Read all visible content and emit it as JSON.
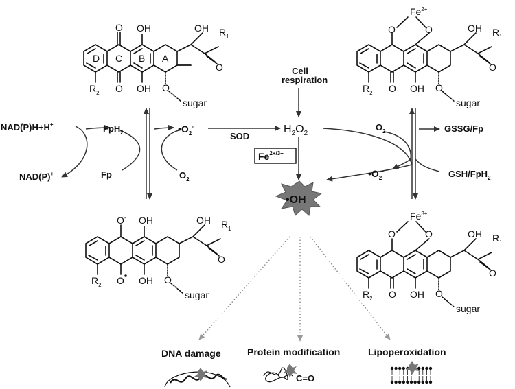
{
  "molecules": {
    "top_left": {
      "ring_labels": [
        "D",
        "C",
        "B",
        "A"
      ],
      "oh_top": "OH",
      "oh_bottom": "OH",
      "oh_side": "OH",
      "r1": "R",
      "r1_sub": "1",
      "r2": "R",
      "r2_sub": "2",
      "carbonyl_o": "O",
      "ketone_top": "O",
      "ketone_bottom": "O",
      "ether_o": "O",
      "sugar": "sugar"
    },
    "top_right": {
      "fe": "Fe",
      "fe_charge": "2+",
      "o_left": "O",
      "o_right": "O",
      "oh_side": "OH",
      "oh_bottom": "OH",
      "r1": "R",
      "r1_sub": "1",
      "r2": "R",
      "r2_sub": "2",
      "carbonyl_o": "O",
      "ketone_bottom": "O",
      "ether_o": "O",
      "sugar": "sugar"
    },
    "bottom_left": {
      "o_minus": "O",
      "o_minus_charge": "-",
      "o_radical": "O",
      "oh_top": "OH",
      "oh_bottom": "OH",
      "oh_side": "OH",
      "r1": "R",
      "r1_sub": "1",
      "r2": "R",
      "r2_sub": "2",
      "carbonyl_o": "O",
      "ether_o": "O",
      "sugar": "sugar"
    },
    "bottom_right": {
      "fe": "Fe",
      "fe_charge": "3+",
      "o_left": "O",
      "o_right": "O",
      "oh_side": "OH",
      "oh_bottom": "OH",
      "r1": "R",
      "r1_sub": "1",
      "r2": "R",
      "r2_sub": "2",
      "carbonyl_o": "O",
      "ketone_bottom": "O",
      "ether_o": "O",
      "sugar": "sugar"
    }
  },
  "species": {
    "nadph": "NAD(P)H+H",
    "nadph_sup": "+",
    "nadp": "NAD(P)",
    "nadp_sup": "+",
    "fph2": "FpH",
    "fph2_sub": "2",
    "fp": "Fp",
    "o2_left": "O",
    "o2_left_sub": "2",
    "superoxide_left": "•O",
    "superoxide_left_sub": "2",
    "superoxide_left_sup": "-",
    "sod": "SOD",
    "h2o2": "H",
    "h2o2_sub1": "2",
    "h2o2_o": "O",
    "h2o2_sub2": "2",
    "cell_respiration_line1": "Cell",
    "cell_respiration_line2": "respiration",
    "fe_box": "Fe",
    "fe_box_sup": "2+/3+",
    "hydroxyl": "•OH",
    "o2_right": "O",
    "o2_right_sub": "2",
    "superoxide_right": "•O",
    "superoxide_right_sub": "2",
    "superoxide_right_sup": "-",
    "gssg": "GSSG/Fp",
    "gsh": "GSH/FpH",
    "gsh_sub": "2"
  },
  "outcomes": {
    "dna": "DNA damage",
    "protein": "Protein modification",
    "protein_group": "C=O",
    "lipid": "Lipoperoxidation"
  }
}
